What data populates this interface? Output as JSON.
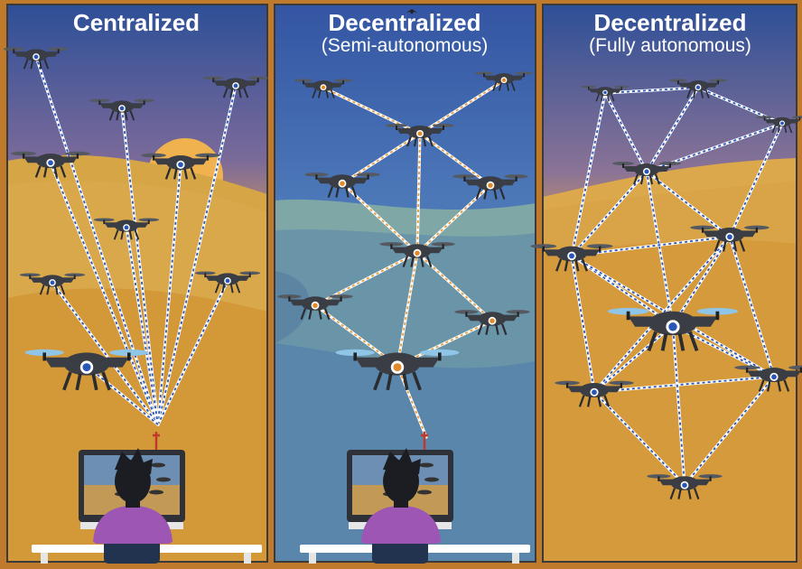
{
  "panels": [
    {
      "title": "Centralized",
      "subtitle": ""
    },
    {
      "title": "Decentralized",
      "subtitle": "(Semi-autonomous)"
    },
    {
      "title": "Decentralized",
      "subtitle": "(Fully autonomous)"
    }
  ],
  "colors": {
    "frame": "#c07a2c",
    "sky_top": "#2d4f97",
    "sky_bottom": "#e6a24c",
    "field": "#d9a84a",
    "link": "#ffffff",
    "link_dash_panel1": "#2a56b8",
    "link_dash_panel2": "#e89a3c",
    "link_dash_panel3": "#2a56b8",
    "drone_body": "#3a3d44",
    "operator_shirt": "#9d56b3",
    "desk": "#ffffff"
  },
  "icons": [
    "drone-icon",
    "operator-icon",
    "monitor-icon",
    "sun-icon",
    "antenna-icon"
  ]
}
